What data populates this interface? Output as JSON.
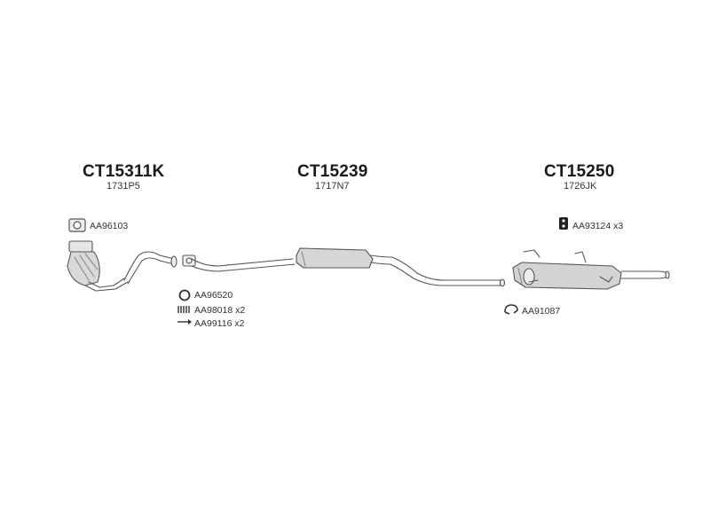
{
  "sections": [
    {
      "id": "front",
      "title": "CT15311K",
      "code": "1731P5"
    },
    {
      "id": "middle",
      "title": "CT15239",
      "code": "1717N7"
    },
    {
      "id": "rear",
      "title": "CT15250",
      "code": "1726JK"
    }
  ],
  "accessories": {
    "gasket_flange": "AA96103",
    "ring_gasket": "AA96520",
    "spring": "AA98018 x2",
    "bolt": "AA99116 x2",
    "rubber_mount": "AA93124 x3",
    "clamp": "AA91087"
  }
}
